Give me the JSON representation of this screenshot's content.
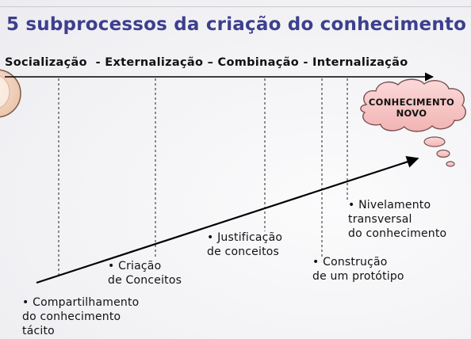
{
  "title": "5 subprocessos da criação do conhecimento",
  "phases": {
    "socializacao": "Socialização",
    "sep1": "  - ",
    "externalizacao": "Externalização",
    "sep2": " – ",
    "combinacao": "Combinação",
    "sep3": " - ",
    "internalizacao": "Internalização"
  },
  "cloud": {
    "line1": "CONHECIMENTO",
    "line2": "NOVO"
  },
  "steps": [
    {
      "line1": "• Compartilhamento",
      "line2": "do conhecimento",
      "line3": "tácito"
    },
    {
      "line1": "• Criação",
      "line2": "de Conceitos"
    },
    {
      "line1": "• Justificação",
      "line2": "de conceitos"
    },
    {
      "line1": "• Construção",
      "line2": "de um protótipo"
    },
    {
      "line1": "• Nivelamento",
      "line2": "transversal",
      "line3": "do conhecimento"
    }
  ],
  "colors": {
    "title": "#3d3f8e",
    "cloud_fill": "#f7c8c8",
    "cloud_stroke": "#7a5050",
    "arrow": "#000000"
  }
}
